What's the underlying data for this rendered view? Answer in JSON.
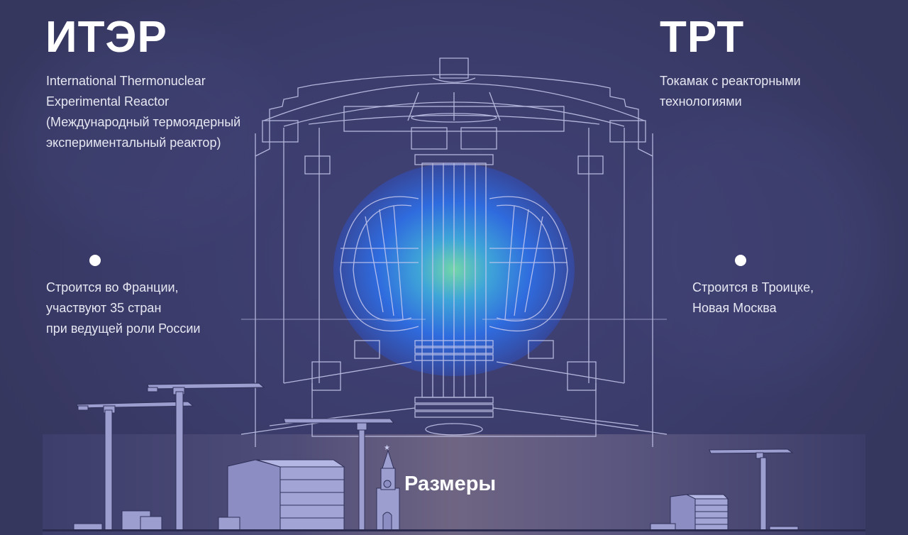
{
  "left": {
    "title": "ИТЭР",
    "subtitle_lines": [
      "International Thermonuclear",
      "Experimental Reactor",
      "(Международный термоядерный",
      "экспериментальный реактор)"
    ],
    "location_lines": [
      "Строится во Франции,",
      "участвуют 35 стран",
      "при ведущей роли России"
    ]
  },
  "right": {
    "title": "ТРТ",
    "subtitle_lines": [
      "Токамак с реакторными",
      "технологиями"
    ],
    "location_lines": [
      "Строится в Троицке,",
      "Новая Москва"
    ]
  },
  "footer": {
    "sizes_label": "Размеры"
  },
  "colors": {
    "background": "#3a3b68",
    "line_art": "#c9cbef",
    "glow_core": "#74d6a8",
    "glow_blue": "#2f6bde",
    "text": "#ffffff"
  },
  "icons": {
    "reactor": "tokamak-cross-section-illustration",
    "crane": "tower-crane-icon",
    "tower": "kremlin-spasskaya-tower-icon",
    "building": "building-icon"
  }
}
